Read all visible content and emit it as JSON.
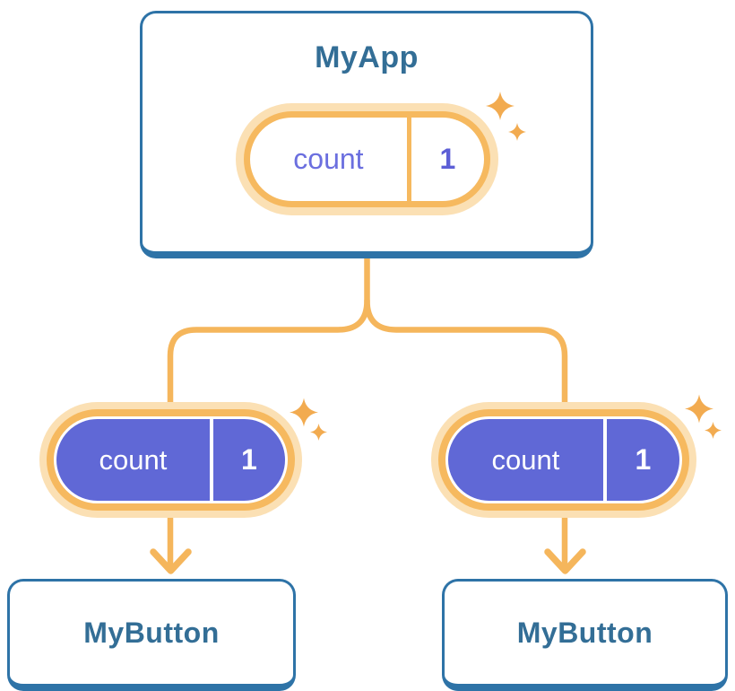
{
  "diagram": {
    "type": "react-component-tree",
    "colors": {
      "card_border": "#2e73a7",
      "title_text": "#336e96",
      "connector": "#f5b65c",
      "pill_ring_orange": "#f6b95f",
      "pill_ring_glow": "#fbe0b4",
      "pill_fill_purple": "#6068d6",
      "pill_text_purple": "#6b6fdf",
      "pill_value_purple": "#5d5fd6",
      "sparkle": "#f2ab50"
    },
    "root": {
      "title": "MyApp",
      "state": {
        "name": "count",
        "value": "1"
      }
    },
    "children": [
      {
        "title": "MyButton",
        "prop_name": "count",
        "prop_value": "1"
      },
      {
        "title": "MyButton",
        "prop_name": "count",
        "prop_value": "1"
      }
    ]
  }
}
